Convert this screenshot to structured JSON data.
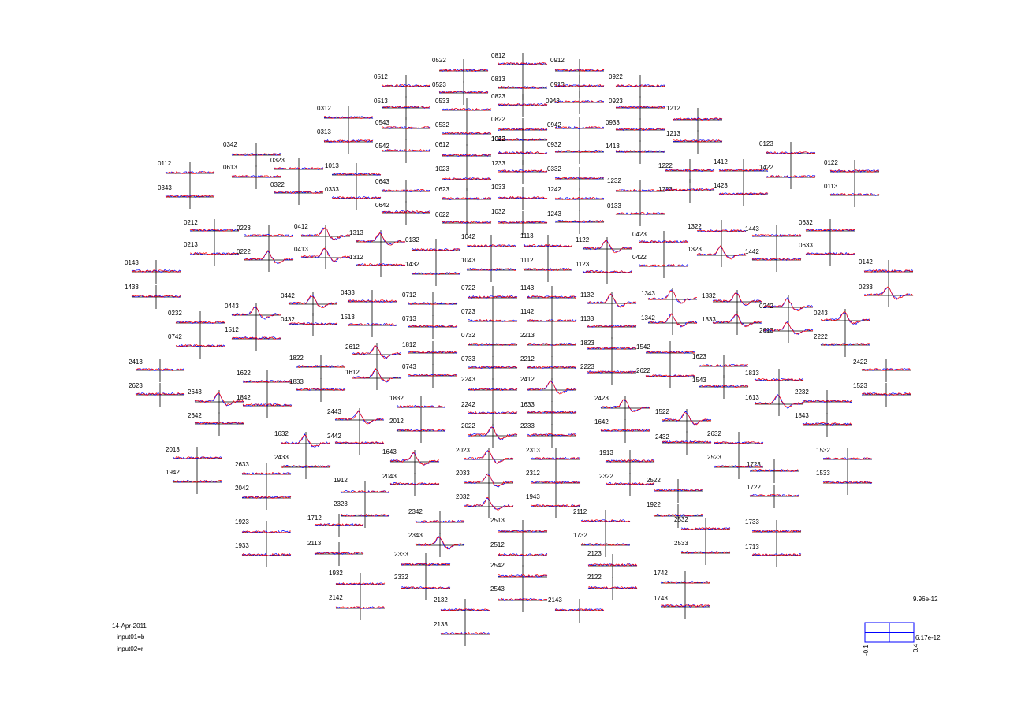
{
  "chart_data": {
    "type": "line",
    "series": [
      {
        "name": "input01=b",
        "color": "#0000ff"
      },
      {
        "name": "input02=r",
        "color": "#ff0000"
      }
    ],
    "channels": [
      "0522",
      "0812",
      "0912",
      "0512",
      "0523",
      "0813",
      "0913",
      "0922",
      "0823",
      "0312",
      "0513",
      "0533",
      "0943",
      "0923",
      "1212",
      "0543",
      "0532",
      "0822",
      "0942",
      "0933",
      "0313",
      "1012",
      "1213",
      "0542",
      "0612",
      "1022",
      "0932",
      "1413",
      "0123",
      "0112",
      "0342",
      "0323",
      "1013",
      "1233",
      "1222",
      "1412",
      "1422",
      "0122",
      "0613",
      "1023",
      "0332",
      "0643",
      "0623",
      "1033",
      "1242",
      "1232",
      "1223",
      "1423",
      "0113",
      "0343",
      "0322",
      "0333",
      "0642",
      "0622",
      "1032",
      "1243",
      "0133",
      "0212",
      "0223",
      "0412",
      "1313",
      "1322",
      "1443",
      "0632",
      "1042",
      "1113",
      "1122",
      "0423",
      "0132",
      "0213",
      "0222",
      "0413",
      "1312",
      "1323",
      "1442",
      "0633",
      "1043",
      "1112",
      "1123",
      "0422",
      "1432",
      "0142",
      "0143",
      "1433",
      "0233",
      "0442",
      "0433",
      "0712",
      "0722",
      "1143",
      "1132",
      "1343",
      "1332",
      "0242",
      "0443",
      "1513",
      "0232",
      "0432",
      "0713",
      "0723",
      "1142",
      "1133",
      "1342",
      "1333",
      "2613",
      "0243",
      "1512",
      "0742",
      "0732",
      "2213",
      "1823",
      "1812",
      "2612",
      "2222",
      "1542",
      "2413",
      "1623",
      "1822",
      "0743",
      "0733",
      "2212",
      "2223",
      "2622",
      "2422",
      "1813",
      "1612",
      "1622",
      "1833",
      "2243",
      "2412",
      "1543",
      "2623",
      "1523",
      "2643",
      "2232",
      "2423",
      "1613",
      "1842",
      "1832",
      "2242",
      "1633",
      "2443",
      "1522",
      "2642",
      "1843",
      "2012",
      "2022",
      "2233",
      "1642",
      "1632",
      "2442",
      "2432",
      "2632",
      "1532",
      "2013",
      "2023",
      "2313",
      "1913",
      "1643",
      "2433",
      "2523",
      "1723",
      "2633",
      "1533",
      "1942",
      "1912",
      "2043",
      "2033",
      "2312",
      "2322",
      "2522",
      "1722",
      "2042",
      "2032",
      "1943",
      "2323",
      "1922",
      "2342",
      "2112",
      "2513",
      "2532",
      "1733",
      "1712",
      "1923",
      "2343",
      "1732",
      "2113",
      "2512",
      "2533",
      "1713",
      "1933",
      "2333",
      "2123",
      "2542",
      "1742",
      "1932",
      "2332",
      "2122",
      "2543",
      "1743",
      "2142",
      "2132",
      "2143",
      "2133"
    ],
    "scale": {
      "values": [
        "9.96e-12",
        "6.17e-12"
      ],
      "time_ticks": [
        "-0.1",
        "0.4"
      ]
    },
    "date": "14-Apr-2011"
  }
}
